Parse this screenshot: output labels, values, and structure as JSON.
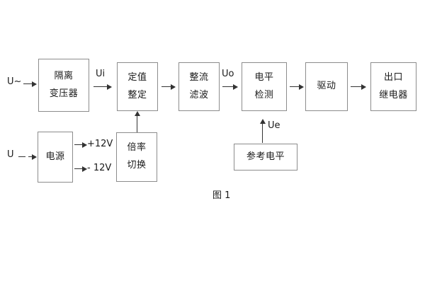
{
  "figure": {
    "caption": "图 1",
    "blocks": [
      {
        "id": "isolation-transformer",
        "lines": [
          "隔离",
          "变压器"
        ]
      },
      {
        "id": "setting-value",
        "lines": [
          "定值",
          "整定"
        ]
      },
      {
        "id": "rectify-filter",
        "lines": [
          "整流",
          "滤波"
        ]
      },
      {
        "id": "level-detection",
        "lines": [
          "电平",
          "检测"
        ]
      },
      {
        "id": "drive",
        "lines": [
          "驱动"
        ]
      },
      {
        "id": "output-relay",
        "lines": [
          "出口",
          "继电器"
        ]
      },
      {
        "id": "power-supply",
        "lines": [
          "电源"
        ]
      },
      {
        "id": "multiplier-switch",
        "lines": [
          "倍率",
          "切换"
        ]
      },
      {
        "id": "reference-level",
        "lines": [
          "参考电平"
        ]
      }
    ],
    "signals": {
      "ac_input": "U~",
      "dc_input": "U",
      "ui": "Ui",
      "uo": "Uo",
      "ue": "Ue",
      "rail_positive": "+12V",
      "rail_negative": "- 12V"
    }
  }
}
